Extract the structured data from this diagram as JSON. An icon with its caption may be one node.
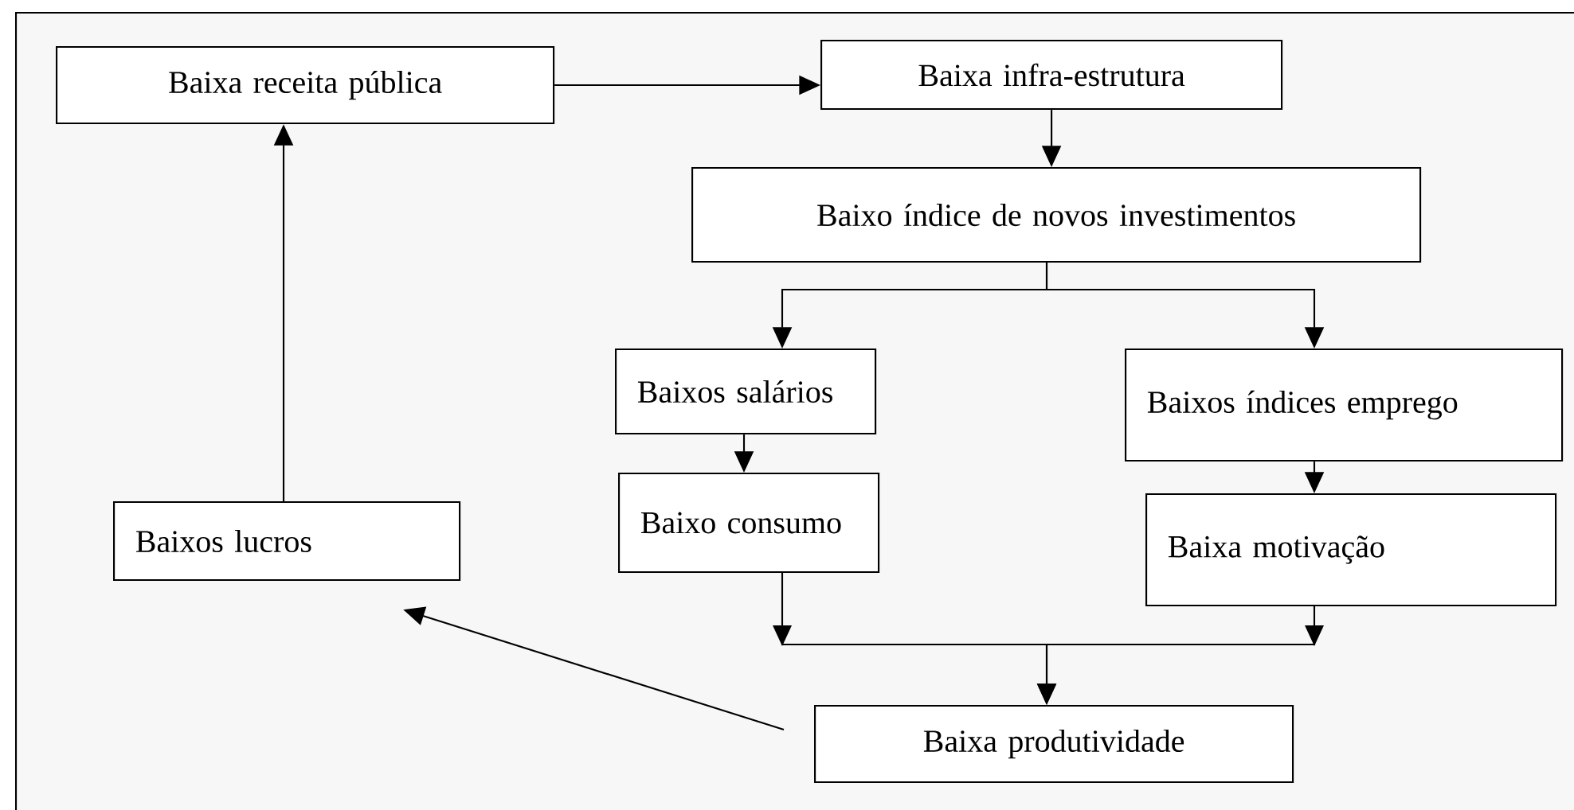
{
  "diagram": {
    "nodes": [
      {
        "text": [
          "Baixa receita pública"
        ]
      },
      {
        "text": [
          "Baixa infra-estrutura"
        ]
      },
      {
        "text": [
          "Baixo índice de novos investimentos"
        ]
      },
      {
        "text": [
          "Baixos salários"
        ]
      },
      {
        "text": [
          "Baixos índices emprego"
        ]
      },
      {
        "text": [
          "Baixo consumo"
        ]
      },
      {
        "text": [
          "Baixa motivação"
        ]
      },
      {
        "text": [
          "Baixa produtividade"
        ]
      },
      {
        "text": [
          "Baixos lucros"
        ]
      }
    ],
    "edges": [
      {
        "from": 0,
        "to": 1,
        "arrow": "to"
      },
      {
        "from": 1,
        "to": 2,
        "arrow": "to"
      },
      {
        "from": 2,
        "to": 3,
        "arrow": "to"
      },
      {
        "from": 2,
        "to": 4,
        "arrow": "to"
      },
      {
        "from": 3,
        "to": 5,
        "arrow": "to"
      },
      {
        "from": 4,
        "to": 6,
        "arrow": "to"
      },
      {
        "from": 5,
        "to": 7,
        "arrow": "to"
      },
      {
        "from": 6,
        "to": 7,
        "arrow": "to"
      },
      {
        "from": 7,
        "to": 8,
        "arrow": "to"
      },
      {
        "from": 8,
        "to": 0,
        "arrow": "to"
      }
    ]
  }
}
